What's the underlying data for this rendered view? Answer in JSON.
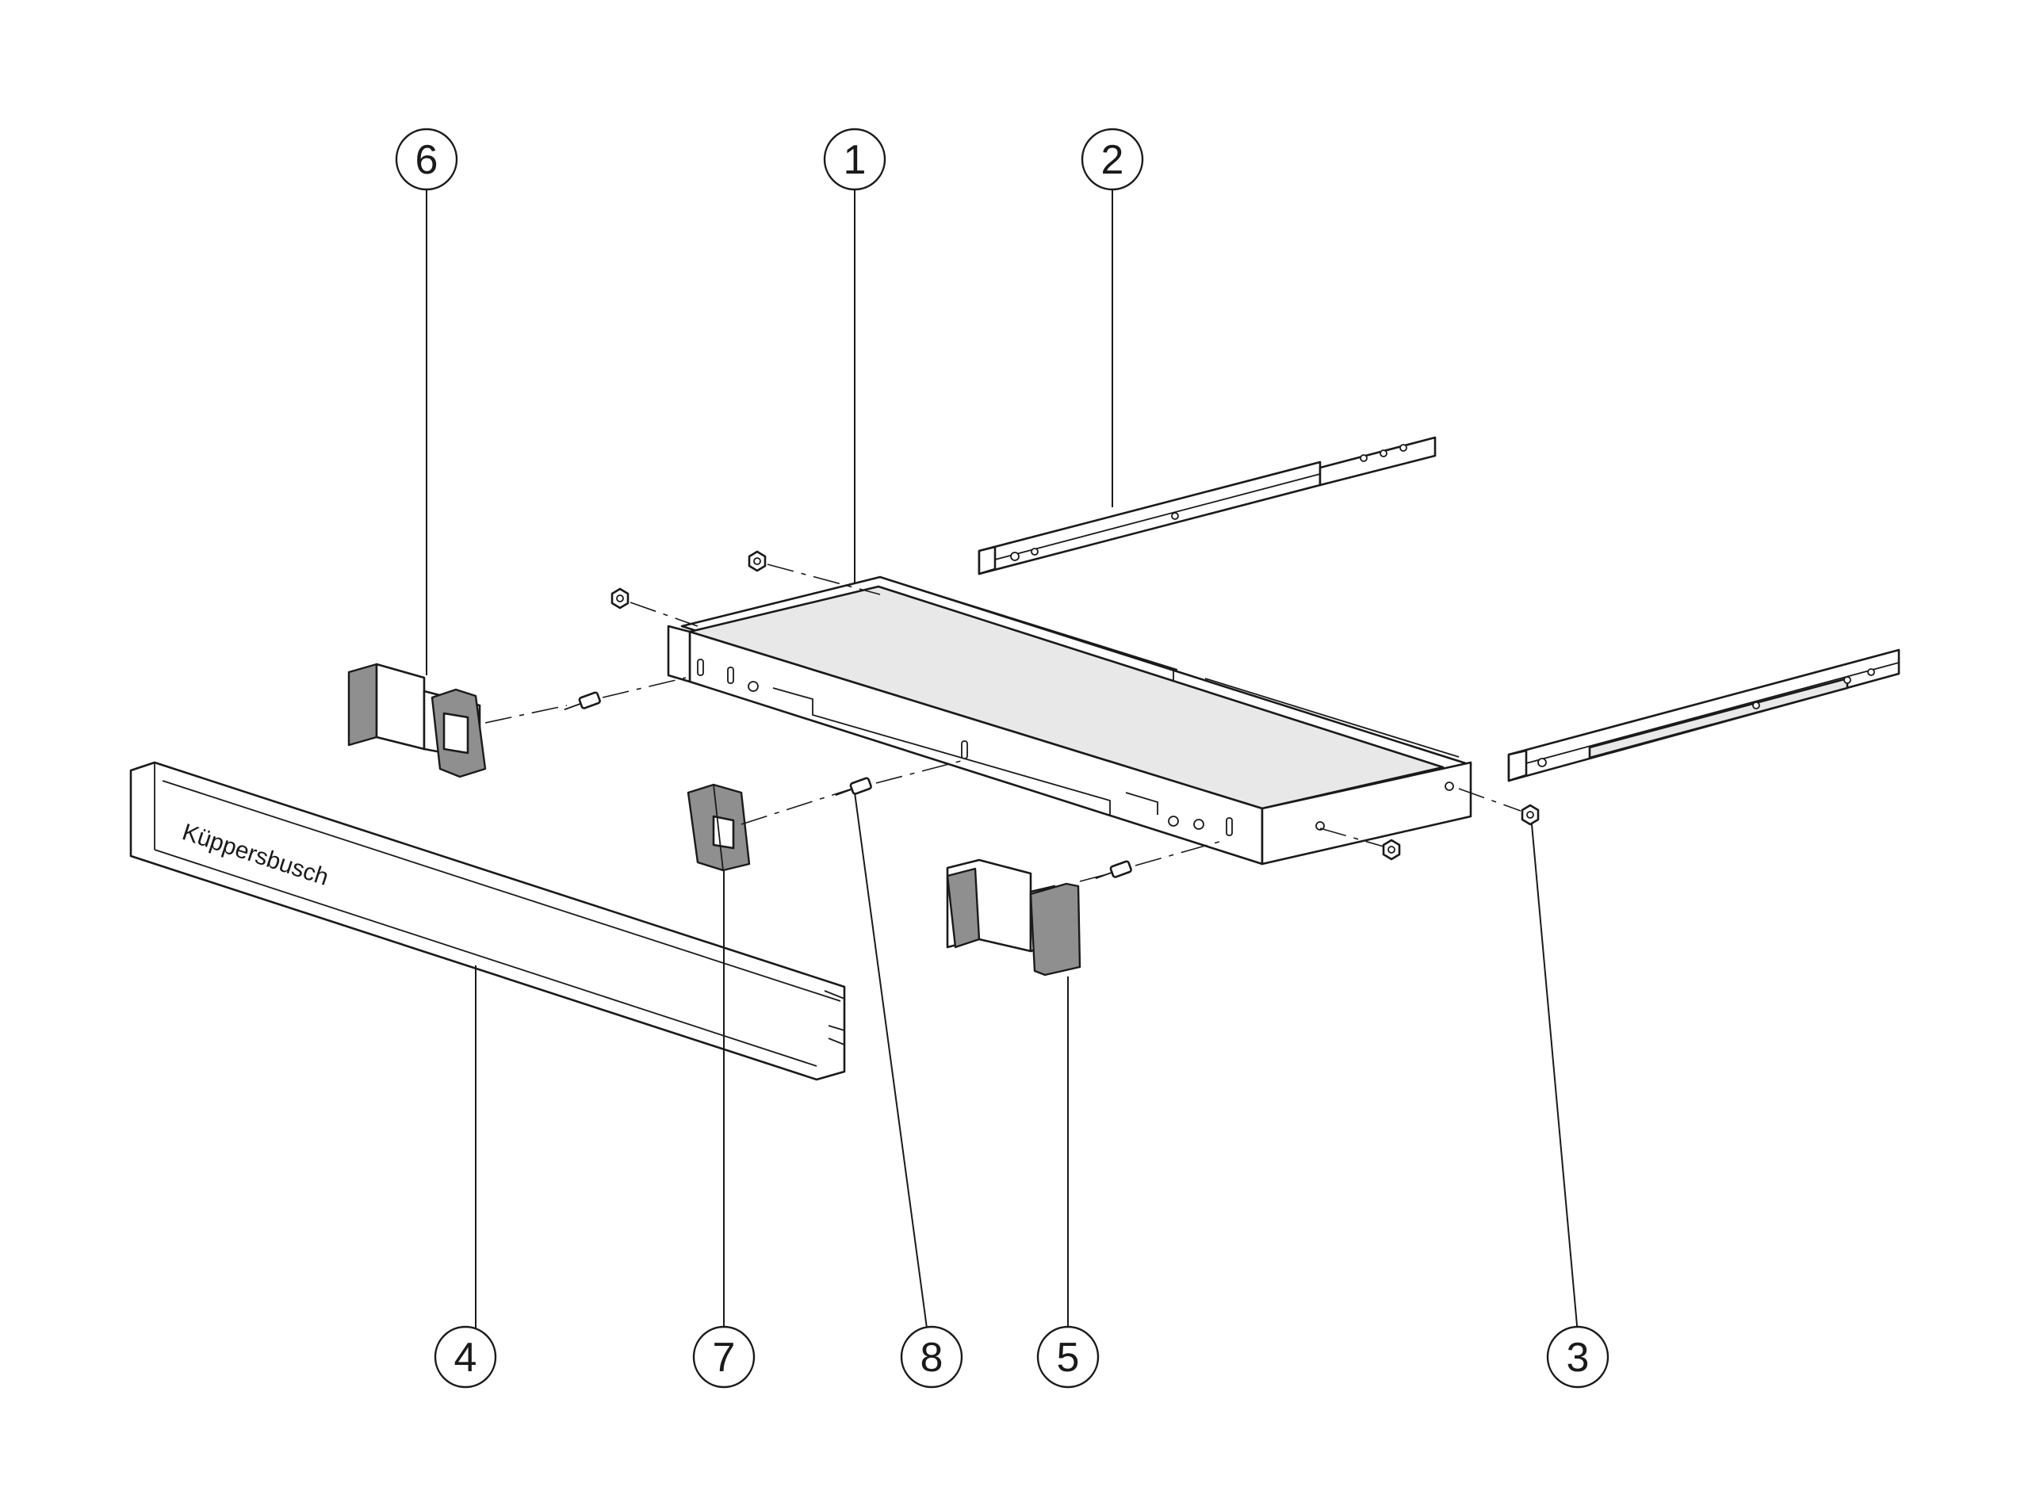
{
  "brand": "Küppersbusch",
  "callouts": [
    {
      "id": "6",
      "label": "6"
    },
    {
      "id": "1",
      "label": "1"
    },
    {
      "id": "2",
      "label": "2"
    },
    {
      "id": "4",
      "label": "4"
    },
    {
      "id": "7",
      "label": "7"
    },
    {
      "id": "8",
      "label": "8"
    },
    {
      "id": "5",
      "label": "5"
    },
    {
      "id": "3",
      "label": "3"
    }
  ]
}
